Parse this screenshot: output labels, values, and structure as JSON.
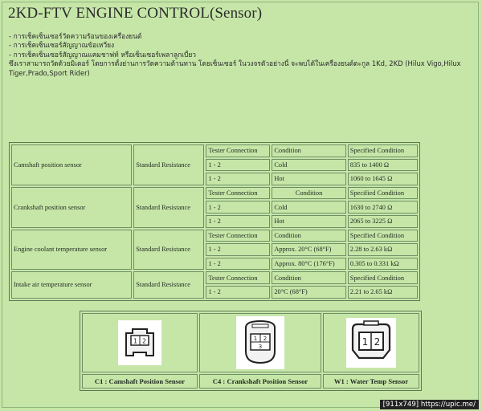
{
  "title": "2KD-FTV ENGINE CONTROL(Sensor)",
  "bullets": [
    "- การเช็คเซ็นเซอร์วัดความร้อนของเครื่องยนต์",
    "- การเช็คเซ็นเซอร์สัญญาณข้อเหวี่ยง",
    "- การเช็คเซ็นเซอร์สัญญาณแคมชาฟท์ หรือเซ็นเซอร์เพลาลูกเบี้ยว"
  ],
  "paragraph": "ซึ่งเราสามารถวัดด้วยมิเตอร์ โดยการตั้งย่านการวัดความต้านทาน โดยเซ็นเซอร์ ในวงจรตัวอย่างนี้ จะพบได้ในเครื่องยนต์ตะกูล 1Kd, 2KD (Hilux Vigo,Hilux Tiger,Prado,Sport Rider)",
  "sensors": [
    {
      "name": "Camshaft position sensor",
      "type": "Standard Resistance",
      "header": [
        "Tester Connection",
        "Condition",
        "Specified Condition"
      ],
      "rows": [
        [
          "1 - 2",
          "Cold",
          "835 to 1400 Ω"
        ],
        [
          "1 - 2",
          "Hot",
          "1060 to 1645 Ω"
        ]
      ]
    },
    {
      "name": "Crankshaft position sensor",
      "type": "Standard Resistance",
      "header": [
        "Tester Connection",
        "Condition",
        "Specified Condition"
      ],
      "rows": [
        [
          "1 - 2",
          "Cold",
          "1630 to 2740 Ω"
        ],
        [
          "1 - 2",
          "Hot",
          "2065 to 3225 Ω"
        ]
      ]
    },
    {
      "name": "Engine coolant temperature sensor",
      "type": "Standard Resistance",
      "header": [
        "Tester Connection",
        "Condition",
        "Specified Condition"
      ],
      "rows": [
        [
          "1 - 2",
          "Approx. 20°C (68°F)",
          "2.28 to 2.63 kΩ"
        ],
        [
          "1 - 2",
          "Approx. 80°C (176°F)",
          "0.305 to 0.331 kΩ"
        ]
      ]
    },
    {
      "name": "Intake air temperature sensor",
      "type": "Standard Resistance",
      "header": [
        "Tester Connection",
        "Condition",
        "Specified Condition"
      ],
      "rows": [
        [
          "1 - 2",
          "20°C (68°F)",
          "2.21 to 2.65 kΩ"
        ]
      ]
    }
  ],
  "connectors": [
    {
      "caption": "C1 : Camshaft Position Sensor",
      "pins": [
        "1",
        "2"
      ]
    },
    {
      "caption": "C4 : Crankshaft Position Sensor",
      "pins": [
        "1",
        "2",
        "3"
      ]
    },
    {
      "caption": "W1 : Water Temp Sensor",
      "pins": [
        "1",
        "2"
      ]
    }
  ],
  "credit": "[911x749] https://upic.me/",
  "colors": {
    "background": "#c6e6a8",
    "border": "#6d8f65",
    "text": "#1f2a1f"
  }
}
